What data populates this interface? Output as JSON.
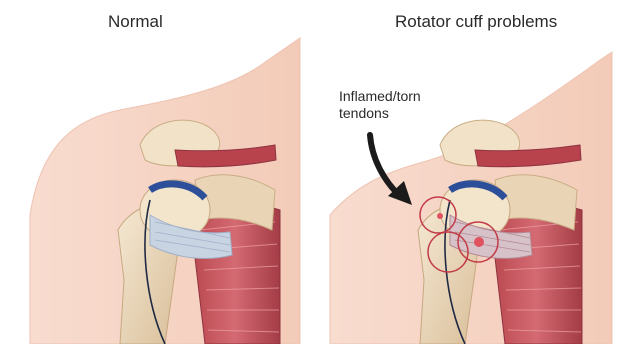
{
  "diagram": {
    "panels": [
      {
        "title": "Normal"
      },
      {
        "title": "Rotator cuff problems"
      }
    ],
    "callout": {
      "line1": "Inflamed/torn",
      "line2": "tendons"
    }
  },
  "colors": {
    "skin": "#f6d3c4",
    "skin_edge": "#ecbfad",
    "bone": "#f1e0c6",
    "bone_shadow": "#dcc3a0",
    "muscle": "#c95a63",
    "muscle_dark": "#9b3a45",
    "cartilage_blue": "#2d4f9a",
    "tendon": "#c9d4e3",
    "inflamed_ring": "#c23b47",
    "inflamed_dot": "#e0525d",
    "arrow": "#1b1b1b"
  }
}
